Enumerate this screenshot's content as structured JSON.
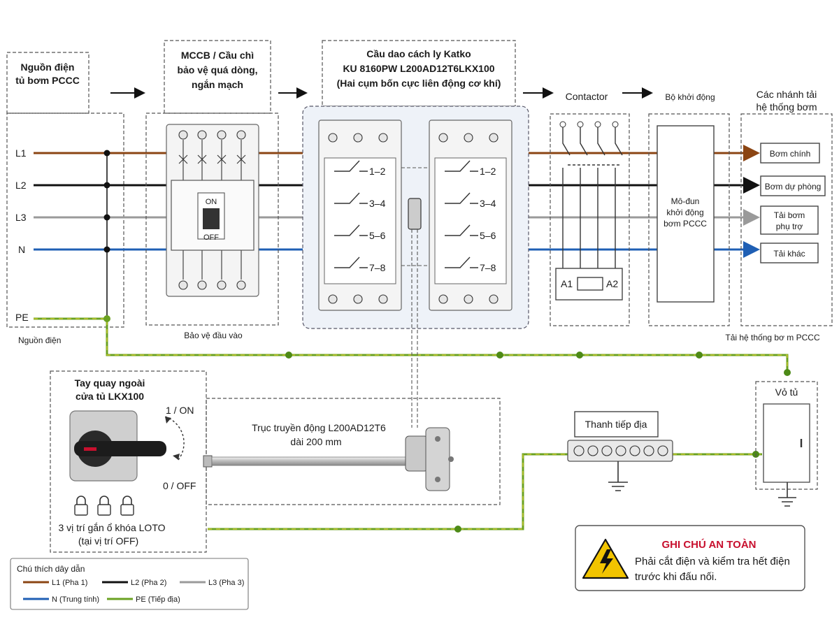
{
  "colors": {
    "l1": "#8b4513",
    "l2": "#111111",
    "l3": "#9a9a9a",
    "n": "#1f5fb4",
    "pe": "#6aa121",
    "isolator_bg": "#eef2f8",
    "warning_red": "#c8102e",
    "warning_yellow": "#f2c400"
  },
  "source": {
    "title_line1": "Nguồn điện",
    "title_line2": "tủ bơm PCCC",
    "lines": [
      "L1",
      "L2",
      "L3",
      "N",
      "PE"
    ],
    "caption": "Nguồn điện"
  },
  "mccb": {
    "title_line1": "MCCB / Cầu chì",
    "title_line2": "bảo vệ quá dòng,",
    "title_line3": "ngắn mạch",
    "on_label": "ON",
    "off_label": "OFF",
    "caption": "Bảo vệ đầu vào"
  },
  "isolator": {
    "title_line1": "Cầu dao cách ly Katko",
    "title_line2": "KU 8160PW L200AD12T6LKX100",
    "title_line3": "(Hai cụm bốn cực liên động cơ khí)",
    "contacts": [
      "1–2",
      "3–4",
      "5–6",
      "7–8"
    ]
  },
  "contactor": {
    "title": "Contactor",
    "coil_a1": "A1",
    "coil_a2": "A2"
  },
  "starter": {
    "title": "Bộ khởi động",
    "module_line1": "Mô-đun",
    "module_line2": "khởi động",
    "module_line3": "bơm PCCC"
  },
  "loads": {
    "title_line1": "Các nhánh tải",
    "title_line2": "hệ thống bơm",
    "items": [
      {
        "line1": "Bơm chính",
        "line2": ""
      },
      {
        "line1": "Bơm dự phòng",
        "line2": ""
      },
      {
        "line1": "Tải bơm",
        "line2": "phụ trợ"
      },
      {
        "line1": "Tải khác",
        "line2": ""
      }
    ],
    "caption": "Tải hệ thống bơ m PCCC"
  },
  "handle": {
    "title_line1": "Tay quay ngoài",
    "title_line2": "cửa tủ LKX100",
    "on_label": "1 / ON",
    "off_label": "0 / OFF",
    "loto_line1": "3 vị trí gắn ổ khóa LOTO",
    "loto_line2": "(tại vị trí OFF)"
  },
  "shaft": {
    "label_line1": "Trục truyền động L200AD12T6",
    "label_line2": "dài 200 mm"
  },
  "ground_bar": {
    "title": "Thanh tiếp địa"
  },
  "enclosure": {
    "title": "Vỏ tủ"
  },
  "legend": {
    "title": "Chú thích dây dẫn",
    "items": [
      "L1 (Pha 1)",
      "L2 (Pha 2)",
      "L3 (Pha 3)",
      "N (Trung tính)",
      "PE (Tiếp địa)"
    ]
  },
  "safety": {
    "title": "GHI CHÚ AN TOÀN",
    "line1": "Phải cắt điện và kiểm tra hết điện",
    "line2": "trước khi đấu nối."
  }
}
